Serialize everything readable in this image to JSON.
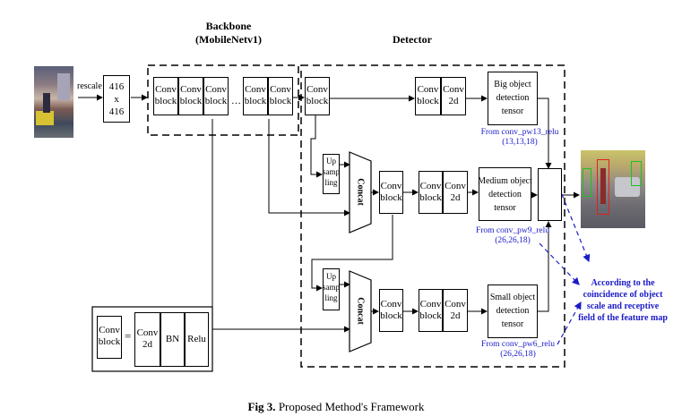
{
  "labels": {
    "backbone_title": "Backbone\n(MobileNetv1)",
    "detector_title": "Detector",
    "rescale": "rescale",
    "input_size": "416\nx\n416",
    "conv_block": "Conv\nblock",
    "ellipsis": "…",
    "conv2d": "Conv\n2d",
    "up_sampling": "Up\nsamp\nling",
    "concat": "Concat",
    "big_tensor": "Big object\ndetection\ntensor",
    "medium_tensor": "Medium object\ndetection\ntensor",
    "small_tensor": "Small object\ndetection\ntensor",
    "from_pw13": "From conv_pw13_relu\n(13,13,18)",
    "from_pw9": "From conv_pw9_relu\n(26,26,18)",
    "from_pw6": "From conv_pw6_relu\n(26,26,18)",
    "according_note": "According to the\ncoincidence of object\nscale and receptive\nfield of the feature map",
    "legend_conv_block": "Conv\nblock",
    "legend_equals": "=",
    "legend_conv2d": "Conv\n2d",
    "legend_bn": "BN",
    "legend_relu": "Relu",
    "caption_prefix": "Fig 3.",
    "caption_text": " Proposed Method's Framework"
  },
  "colors": {
    "annotation": "#1a1ac8"
  }
}
